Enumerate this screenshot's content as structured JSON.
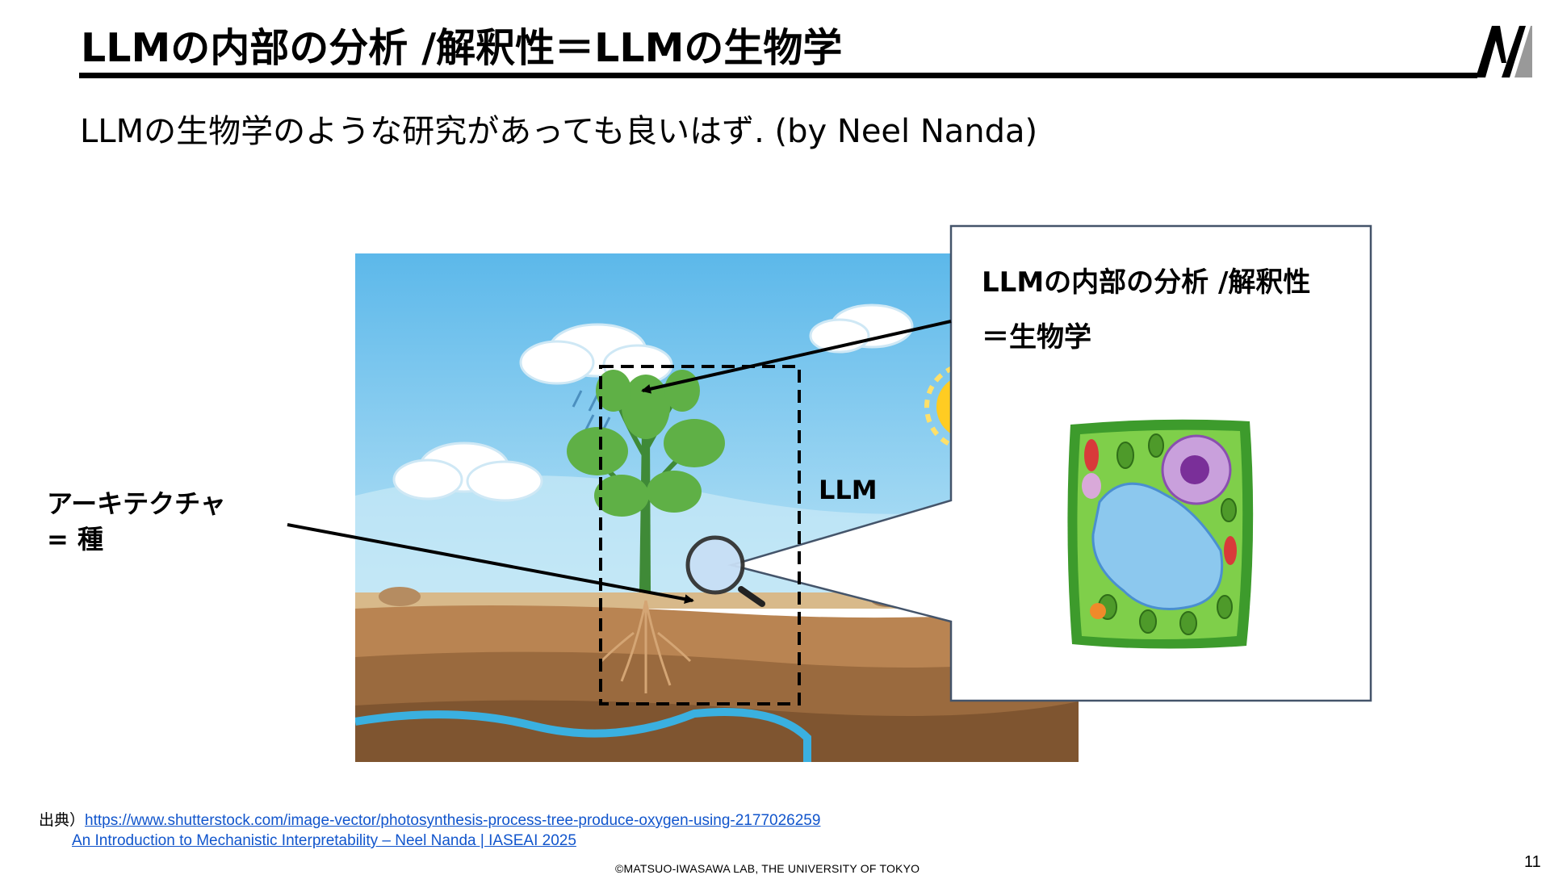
{
  "slide": {
    "title": "LLMの内部の分析 /解釈性＝LLMの生物学",
    "subtitle": "LLMの生物学のような研究があっても良いはず. (by Neel Nanda)",
    "page_number": "11",
    "copyright": "©MATSUO-IWASAWA LAB, THE UNIVERSITY OF TOKYO"
  },
  "diagram": {
    "callout_line1": "LLMの内部の分析 /解釈性",
    "callout_line2": "＝生物学",
    "llm_label": "LLM",
    "architecture_line1": "アーキテクチャ",
    "architecture_line2": "= 種"
  },
  "sources": {
    "prefix": "出典）",
    "link1": "https://www.shutterstock.com/image-vector/photosynthesis-process-tree-produce-oxygen-using-2177026259",
    "link2": "An Introduction to Mechanistic Interpretability – Neel Nanda | IASEAI 2025"
  },
  "colors": {
    "sky": "#6ec3ec",
    "soil": "#a7764a",
    "cell_wall": "#3d9b2c",
    "link": "#1155cc"
  },
  "icons": [
    "lab-logo-icon",
    "magnifier-icon",
    "plant-cell-icon",
    "tree-icon",
    "sun-icon",
    "cloud-icon"
  ]
}
